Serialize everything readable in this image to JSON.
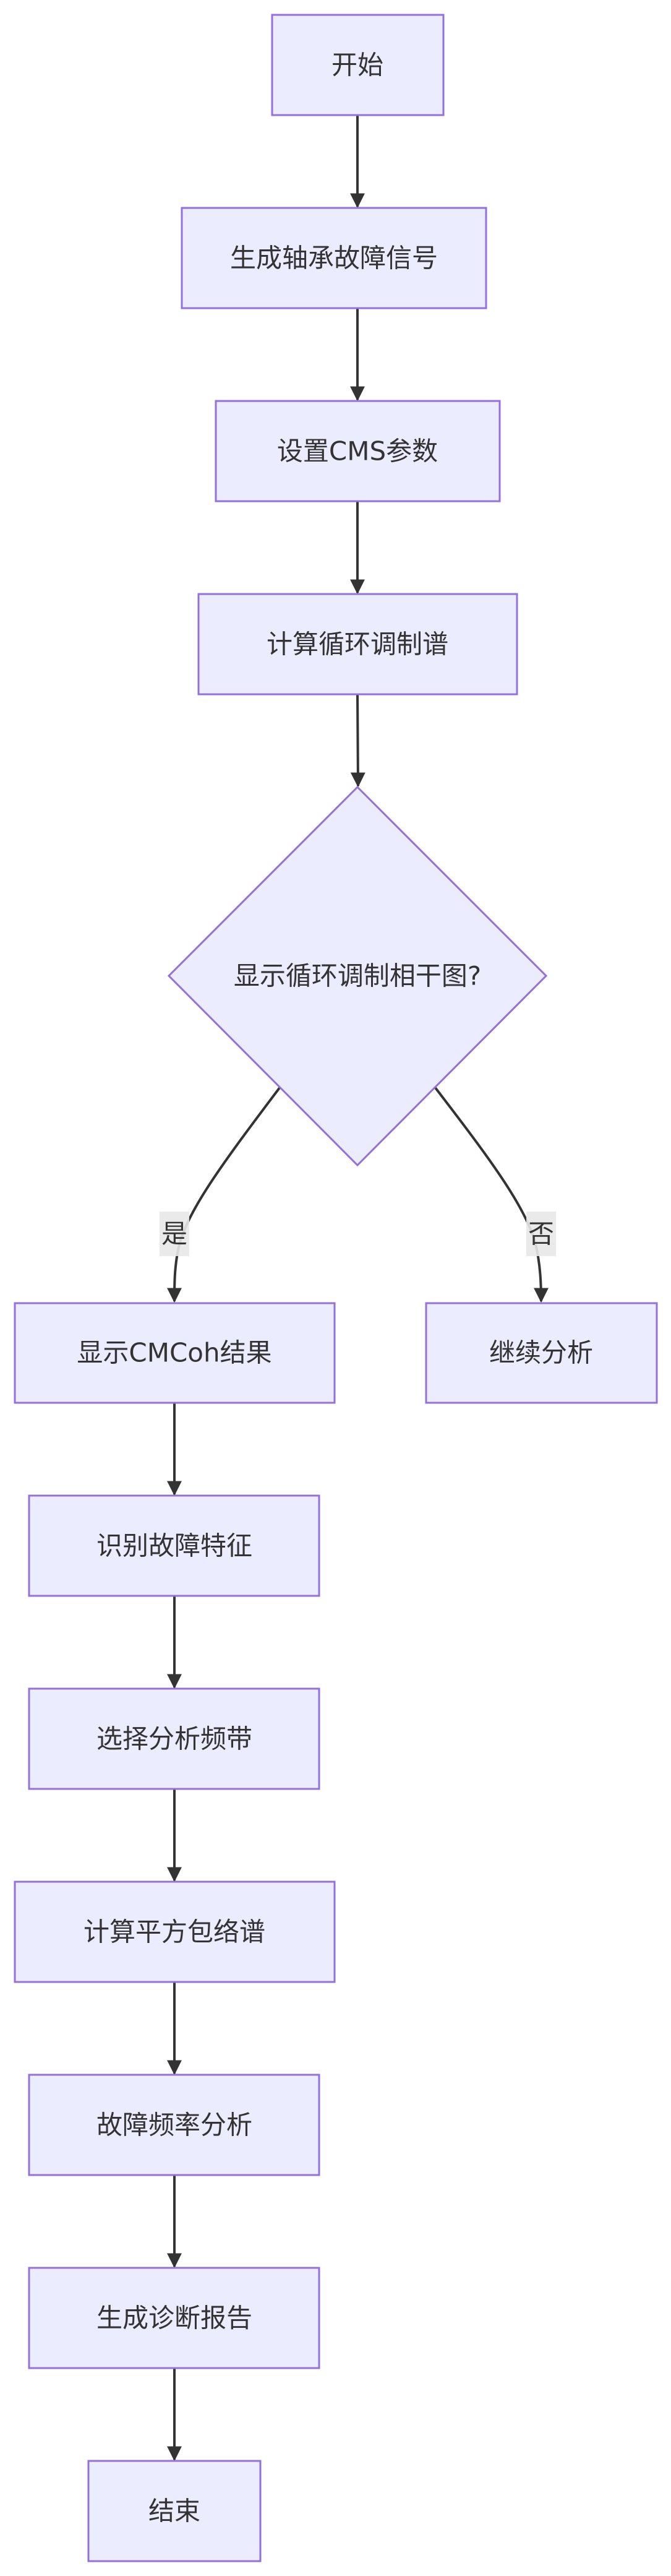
{
  "diagram": {
    "type": "flowchart",
    "direction": "top-down",
    "colors": {
      "node_fill": "#ECECFF",
      "node_stroke": "#9370DB",
      "text": "#333333",
      "edge": "#333333",
      "edge_label_bg": "#e8e8e8"
    },
    "nodes": [
      {
        "id": "start",
        "label": "开始",
        "shape": "rect"
      },
      {
        "id": "gen_signal",
        "label": "生成轴承故障信号",
        "shape": "rect"
      },
      {
        "id": "set_cms",
        "label": "设置CMS参数",
        "shape": "rect"
      },
      {
        "id": "calc_cms",
        "label": "计算循环调制谱",
        "shape": "rect"
      },
      {
        "id": "decision",
        "label": "显示循环调制相干图?",
        "shape": "diamond"
      },
      {
        "id": "show_cmcoh",
        "label": "显示CMCoh结果",
        "shape": "rect"
      },
      {
        "id": "continue",
        "label": "继续分析",
        "shape": "rect"
      },
      {
        "id": "identify",
        "label": "识别故障特征",
        "shape": "rect"
      },
      {
        "id": "select_band",
        "label": "选择分析频带",
        "shape": "rect"
      },
      {
        "id": "sq_env",
        "label": "计算平方包络谱",
        "shape": "rect"
      },
      {
        "id": "freq_analysis",
        "label": "故障频率分析",
        "shape": "rect"
      },
      {
        "id": "report",
        "label": "生成诊断报告",
        "shape": "rect"
      },
      {
        "id": "end",
        "label": "结束",
        "shape": "rect"
      }
    ],
    "edges": [
      {
        "from": "start",
        "to": "gen_signal",
        "label": ""
      },
      {
        "from": "gen_signal",
        "to": "set_cms",
        "label": ""
      },
      {
        "from": "set_cms",
        "to": "calc_cms",
        "label": ""
      },
      {
        "from": "calc_cms",
        "to": "decision",
        "label": ""
      },
      {
        "from": "decision",
        "to": "show_cmcoh",
        "label": "是"
      },
      {
        "from": "decision",
        "to": "continue",
        "label": "否"
      },
      {
        "from": "show_cmcoh",
        "to": "identify",
        "label": ""
      },
      {
        "from": "identify",
        "to": "select_band",
        "label": ""
      },
      {
        "from": "select_band",
        "to": "sq_env",
        "label": ""
      },
      {
        "from": "sq_env",
        "to": "freq_analysis",
        "label": ""
      },
      {
        "from": "freq_analysis",
        "to": "report",
        "label": ""
      },
      {
        "from": "report",
        "to": "end",
        "label": ""
      }
    ]
  }
}
